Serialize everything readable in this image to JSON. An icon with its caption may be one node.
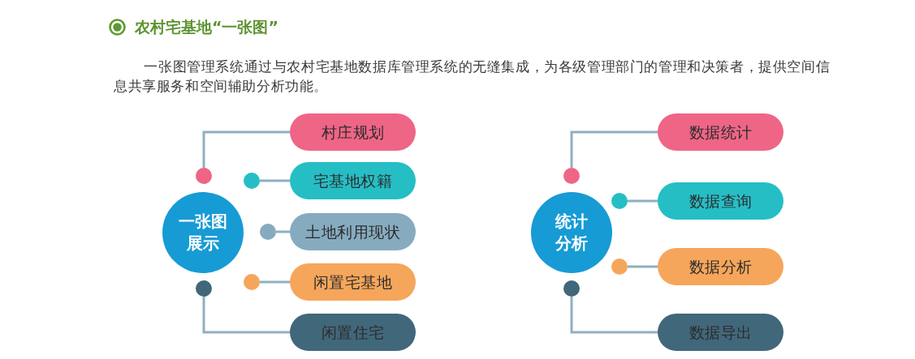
{
  "diagram": {
    "title": "农村宅基地“一张图”",
    "nodes": [
      {
        "text": [
          "一张图展示"
        ]
      },
      {
        "text": [],
        "shape": "circle"
      },
      {
        "text": [
          "村庄规划"
        ]
      },
      {
        "text": [],
        "shape": "circle"
      },
      {
        "text": [
          "宅基地权籍"
        ]
      },
      {
        "text": [],
        "shape": "circle"
      },
      {
        "text": [
          "土地利用现状"
        ]
      },
      {
        "text": [],
        "shape": "circle"
      },
      {
        "text": [
          "闲置宅基地"
        ]
      },
      {
        "text": [],
        "shape": "circle"
      },
      {
        "text": [
          "闲置住宅"
        ]
      },
      {
        "text": [
          "统计分析"
        ]
      },
      {
        "text": [],
        "shape": "circle"
      },
      {
        "text": [
          "数据统计"
        ]
      },
      {
        "text": [],
        "shape": "circle"
      },
      {
        "text": [
          "数据查询"
        ]
      },
      {
        "text": [],
        "shape": "circle"
      },
      {
        "text": [
          "数据分析"
        ]
      },
      {
        "text": [],
        "shape": "circle"
      },
      {
        "text": [
          "数据导出"
        ]
      }
    ],
    "edges": [
      {
        "from": 1,
        "to": 2,
        "arrow": "none"
      },
      {
        "from": 3,
        "to": 4,
        "arrow": "none"
      },
      {
        "from": 5,
        "to": 6,
        "arrow": "none"
      },
      {
        "from": 7,
        "to": 8,
        "arrow": "none"
      },
      {
        "from": 9,
        "to": 10,
        "arrow": "none"
      },
      {
        "from": 12,
        "to": 13,
        "arrow": "none"
      },
      {
        "from": 14,
        "to": 15,
        "arrow": "none"
      },
      {
        "from": 16,
        "to": 17,
        "arrow": "none"
      },
      {
        "from": 18,
        "to": 19,
        "arrow": "none"
      }
    ],
    "labels": [
      "一张图管理系统通过与农村宅基地数据库管理系统的无缝集成，为各级管理部门的管理和决策者，提供空间信息共享服务和空间辅助分析功能。"
    ]
  }
}
